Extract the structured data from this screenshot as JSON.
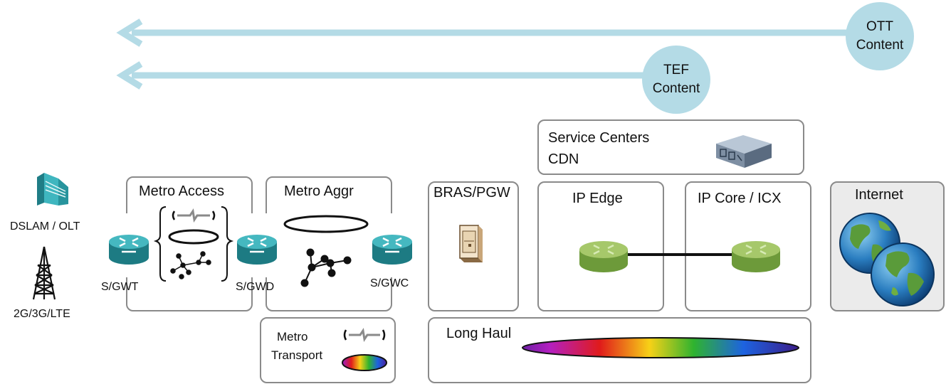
{
  "content_sources": {
    "ott": "OTT\nContent",
    "tef": "TEF\nContent"
  },
  "access": {
    "dslam": "DSLAM / OLT",
    "mobile": "2G/3G/LTE"
  },
  "segments": {
    "metro_access": "Metro Access",
    "metro_aggr": "Metro Aggr",
    "metro_transport_line1": "Metro",
    "metro_transport_line2": "Transport",
    "bras": "BRAS/PGW",
    "service_centers_line1": "Service Centers",
    "service_centers_line2": "CDN",
    "ip_edge": "IP Edge",
    "ip_core": "IP Core / ICX",
    "long_haul": "Long Haul",
    "internet": "Internet"
  },
  "gateways": {
    "gwt": "S/GWT",
    "gwd": "S/GWD",
    "gwc": "S/GWC"
  },
  "colors": {
    "arrow": "#b4dbe6",
    "bubble": "#b4dbe6",
    "box_border": "#8a8a8a",
    "internet_bg": "#ebebeb",
    "router_teal": "#2a9aa3",
    "router_green": "#8bb24f"
  }
}
